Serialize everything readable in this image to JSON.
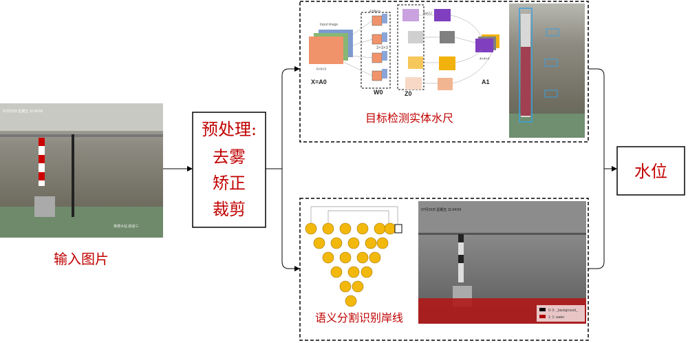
{
  "input": {
    "label": "输入图片",
    "overlay_text": "07月15日 星期五 11:04:59",
    "bottom_text": "英德大站 航道三"
  },
  "preprocess": {
    "lines": [
      "预处理:",
      "去雾",
      "矫正",
      "裁剪"
    ]
  },
  "detection": {
    "caption": "目标检测实体水尺",
    "cnn": {
      "input_label": "X=A0",
      "weights_label": "W0",
      "z_label": "Z0",
      "output_label": "A1",
      "filters": "4 filters",
      "input_image": "Input image",
      "input_dim": "6×6×3",
      "filter_dim": "3×3×3",
      "output_dim": "4×4×4",
      "relu": "ReLU"
    }
  },
  "segmentation": {
    "caption": "语义分割识别岸线",
    "overlay_text": "07月15日 星期五 11:04:59",
    "legend": [
      {
        "label": "0: 0: _background_",
        "color": "#000000"
      },
      {
        "label": "1: 1: water",
        "color": "#b00000"
      }
    ]
  },
  "output": {
    "label": "水位"
  },
  "colors": {
    "accent": "#c00000"
  }
}
